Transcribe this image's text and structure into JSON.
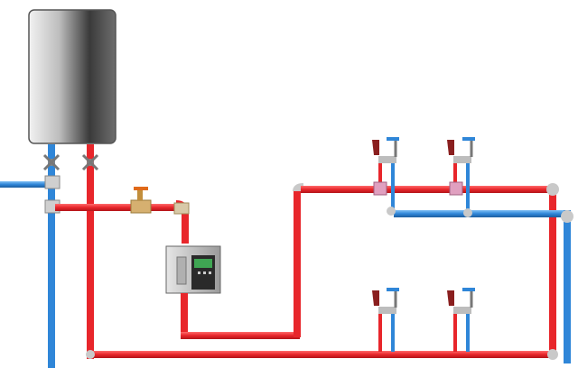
{
  "diagram": {
    "colors": {
      "hot_pipe": "#e8262b",
      "cold_pipe": "#2f86d8",
      "fitting": "#c9c9c9",
      "background": "#ffffff"
    },
    "components": [
      {
        "id": "water-heater",
        "kind": "cylindrical tank"
      },
      {
        "id": "circulation-pump",
        "kind": "pump unit with display"
      },
      {
        "id": "faucet-group",
        "count": 4,
        "kind": "hot/cold tap pair"
      }
    ],
    "watermark": {
      "text": "",
      "color": "#2b5fbf"
    }
  }
}
